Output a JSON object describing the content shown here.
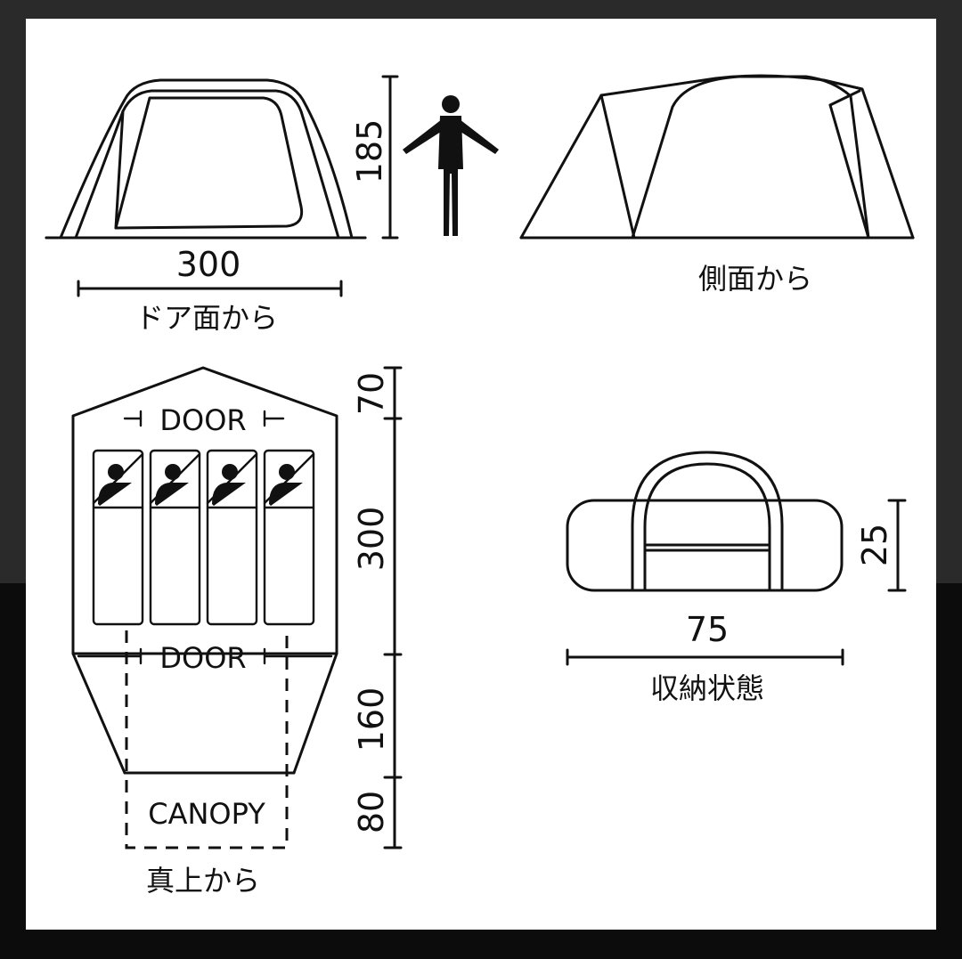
{
  "front_view": {
    "height_label": "185",
    "width_label": "300",
    "caption": "ドア面から"
  },
  "side_view": {
    "caption": "側面から"
  },
  "top_view": {
    "door_top_label": "DOOR",
    "door_mid_label": "DOOR",
    "canopy_label": "CANOPY",
    "caption": "真上から",
    "dim_front_label": "70",
    "dim_inner_label": "300",
    "dim_canopy_label": "160",
    "dim_tail_label": "80",
    "sleeper_count": 4
  },
  "stored_view": {
    "height_label": "25",
    "width_label": "75",
    "caption": "収納状態"
  },
  "icons": [
    "person-silhouette-icon",
    "sleeper-icon"
  ],
  "colors": {
    "background_top": "#2a2a2a",
    "background_bottom": "#0c0c0c",
    "panel": "#ffffff",
    "ink": "#111111"
  }
}
